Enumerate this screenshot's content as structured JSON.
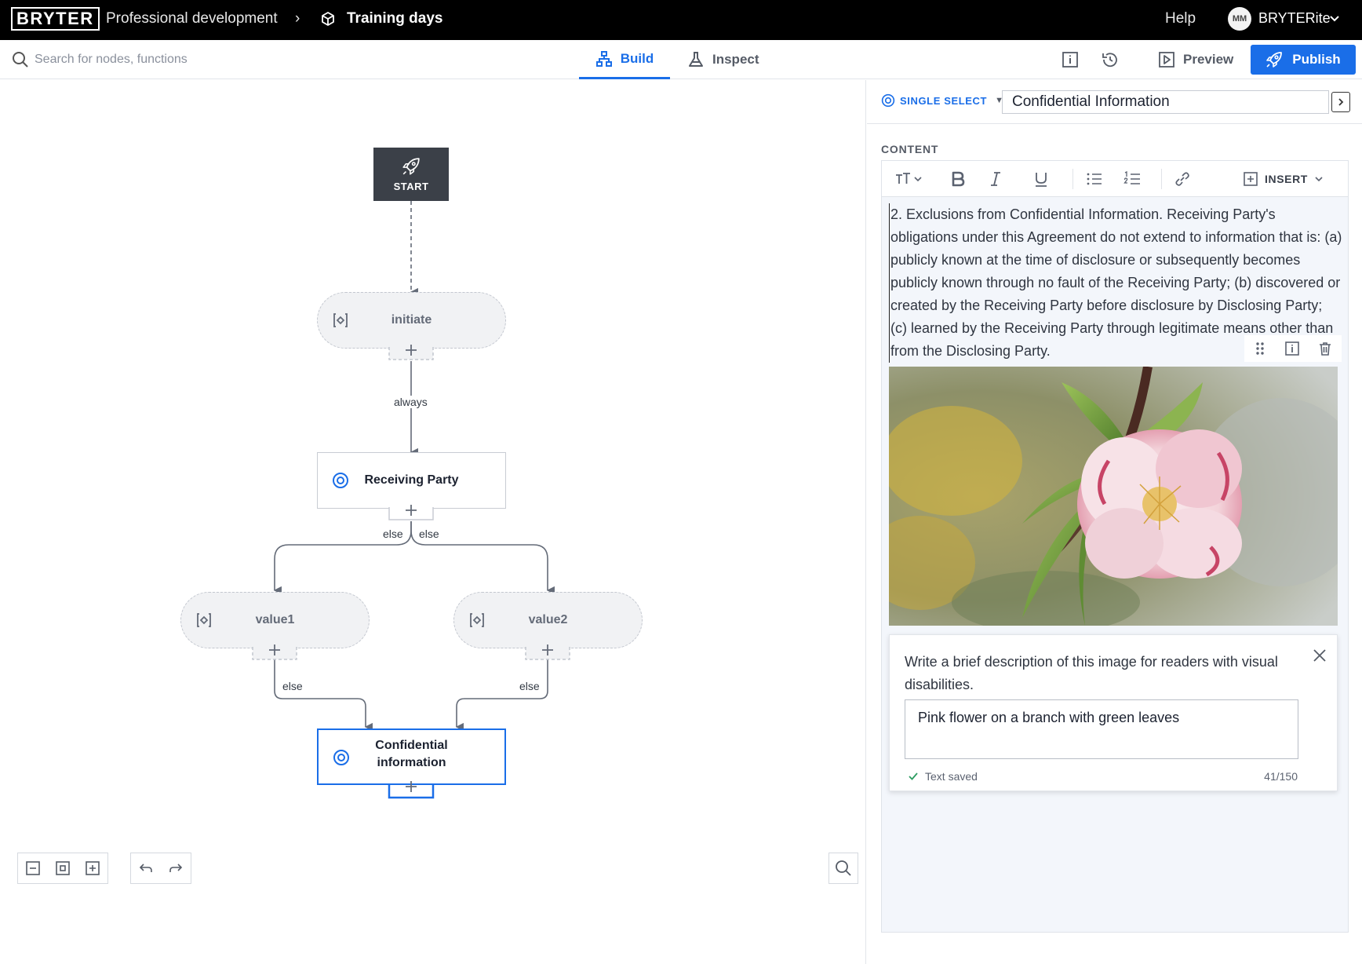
{
  "app": {
    "logo": "BRYTER",
    "breadcrumb": [
      "Professional development",
      "Training days"
    ],
    "help": "Help",
    "user": {
      "initials": "MM",
      "name": "BRYTERite"
    }
  },
  "toolbar": {
    "search_placeholder": "Search for nodes, functions",
    "tabs": [
      {
        "label": "Build",
        "active": true
      },
      {
        "label": "Inspect",
        "active": false
      }
    ],
    "preview_label": "Preview",
    "publish_label": "Publish",
    "accent": "#1a6ee8"
  },
  "flow": {
    "start_label": "START",
    "nodes": [
      {
        "id": "initiate",
        "label": "initiate",
        "kind": "action"
      },
      {
        "id": "receiving",
        "label": "Receiving Party",
        "kind": "single-select"
      },
      {
        "id": "value1",
        "label": "value1",
        "kind": "action"
      },
      {
        "id": "value2",
        "label": "value2",
        "kind": "action"
      },
      {
        "id": "confidential",
        "label": "Confidential information",
        "kind": "single-select",
        "selected": true
      }
    ],
    "edge_labels": {
      "always": "always",
      "else_left": "else",
      "else_right": "else",
      "else_v1": "else",
      "else_v2": "else"
    }
  },
  "panel": {
    "node_type": "SINGLE SELECT",
    "node_title": "Confidential Information",
    "content_label": "CONTENT",
    "insert_label": "INSERT",
    "body_text": "2. Exclusions from Confidential Information. Receiving Party's obligations under this Agreement do not extend to information that is: (a) publicly known at the time of disclosure or subsequently becomes publicly known through no fault of the Receiving Party; (b) discovered or created by the Receiving Party before disclosure by Disclosing Party; (c) learned by the Receiving Party through legitimate means other than from the Disclosing Party.",
    "alt_prompt": "Write a brief description of this image for readers with visual disabilities.",
    "alt_value": "Pink flower on a branch with green leaves",
    "saved_label": "Text saved",
    "counter": "41/150"
  }
}
